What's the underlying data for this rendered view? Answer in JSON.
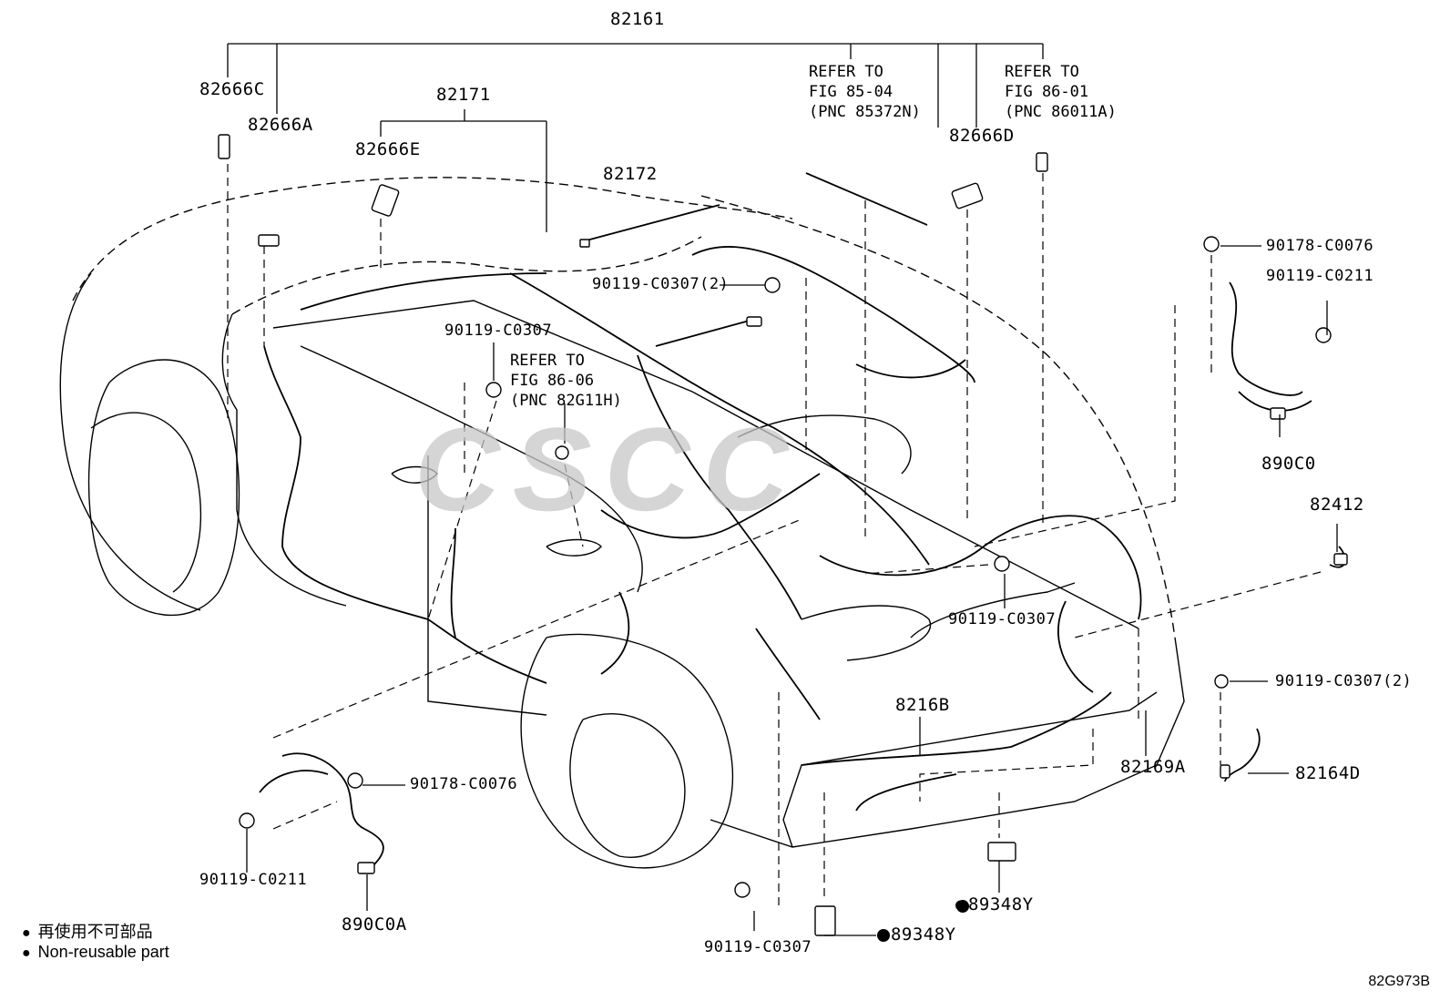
{
  "diagram_code": "82G973B",
  "watermark_text": "CSCC",
  "parts": {
    "p82161": "82161",
    "p82171": "82171",
    "p82172": "82172",
    "p82666C": "82666C",
    "p82666A": "82666A",
    "p82666E": "82666E",
    "p82666D": "82666D",
    "p8216B": "8216B",
    "p82169A": "82169A",
    "p82164D": "82164D",
    "p82412": "82412",
    "p890C0": "890C0",
    "p890C0A": "890C0A",
    "p89348Y_1": "89348Y",
    "p89348Y_2": "89348Y",
    "bolt_90119_C0307_2_top": "90119-C0307(2)",
    "bolt_90119_C0307_mid": "90119-C0307",
    "bolt_90119_C0307_right": "90119-C0307",
    "bolt_90119_C0307_bottom": "90119-C0307",
    "bolt_90119_C0307_2_right": "90119-C0307(2)",
    "bolt_90119_C0211_right": "90119-C0211",
    "bolt_90119_C0211_left": "90119-C0211",
    "nut_90178_C0076_right": "90178-C0076",
    "nut_90178_C0076_left": "90178-C0076"
  },
  "references": {
    "ref1": {
      "line1": "REFER TO",
      "line2": "FIG 85-04",
      "line3": "(PNC 85372N)"
    },
    "ref2": {
      "line1": "REFER TO",
      "line2": "FIG 86-01",
      "line3": "(PNC 86011A)"
    },
    "ref3": {
      "line1": "REFER TO",
      "line2": "FIG 86-06",
      "line3": "(PNC 82G11H)"
    }
  },
  "legend": {
    "japanese": "再使用不可部品",
    "english": "Non-reusable part"
  }
}
